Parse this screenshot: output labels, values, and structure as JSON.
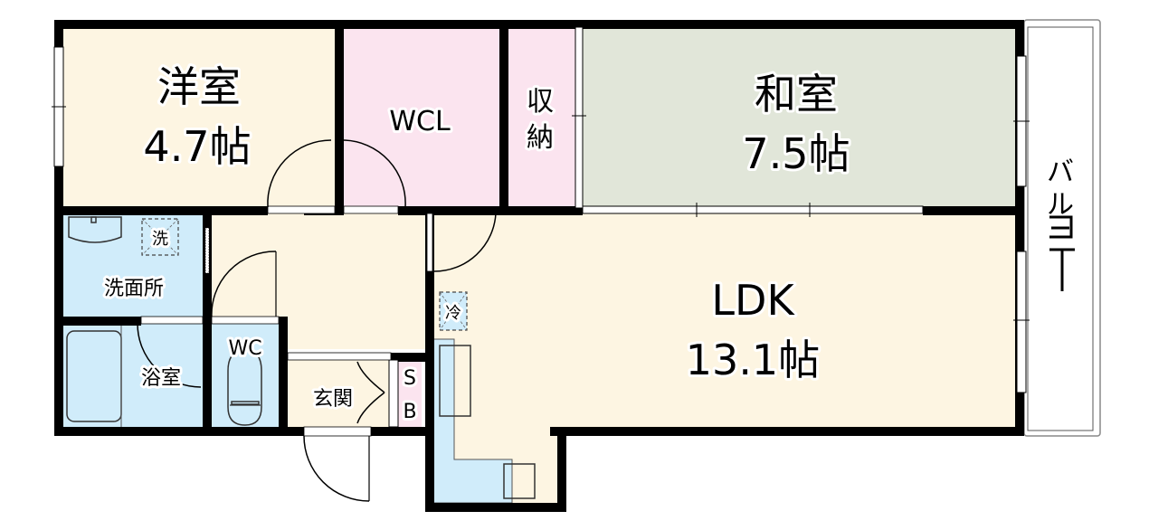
{
  "floor_plan": {
    "layout_type": "2LDK",
    "colors": {
      "western_room": "#fdf5e2",
      "closet": "#fbe4ef",
      "japanese_room": "#e1e6d9",
      "wet_area": "#d0ecfa",
      "ldk": "#fdf5e2",
      "balcony": "#ffffff",
      "wall": "#000000"
    },
    "rooms": {
      "western_room": {
        "name": "洋室",
        "size": "4.7帖"
      },
      "wcl": {
        "name": "WCL"
      },
      "storage": {
        "name_line1": "収",
        "name_line2": "納"
      },
      "japanese_room": {
        "name": "和室",
        "size": "7.5帖"
      },
      "washroom": {
        "name": "洗面所",
        "washer_mark": "洗"
      },
      "bathroom": {
        "name": "浴室"
      },
      "toilet": {
        "name": "WC"
      },
      "entrance": {
        "name": "玄関"
      },
      "shoe_box": {
        "line1": "S",
        "line2": "B"
      },
      "ldk": {
        "name": "LDK",
        "size": "13.1帖",
        "fridge_mark": "冷"
      },
      "balcony": {
        "c1": "バ",
        "c2": "ル",
        "c3": "コ",
        "c4": "ニ",
        "c5": "ー"
      }
    }
  }
}
